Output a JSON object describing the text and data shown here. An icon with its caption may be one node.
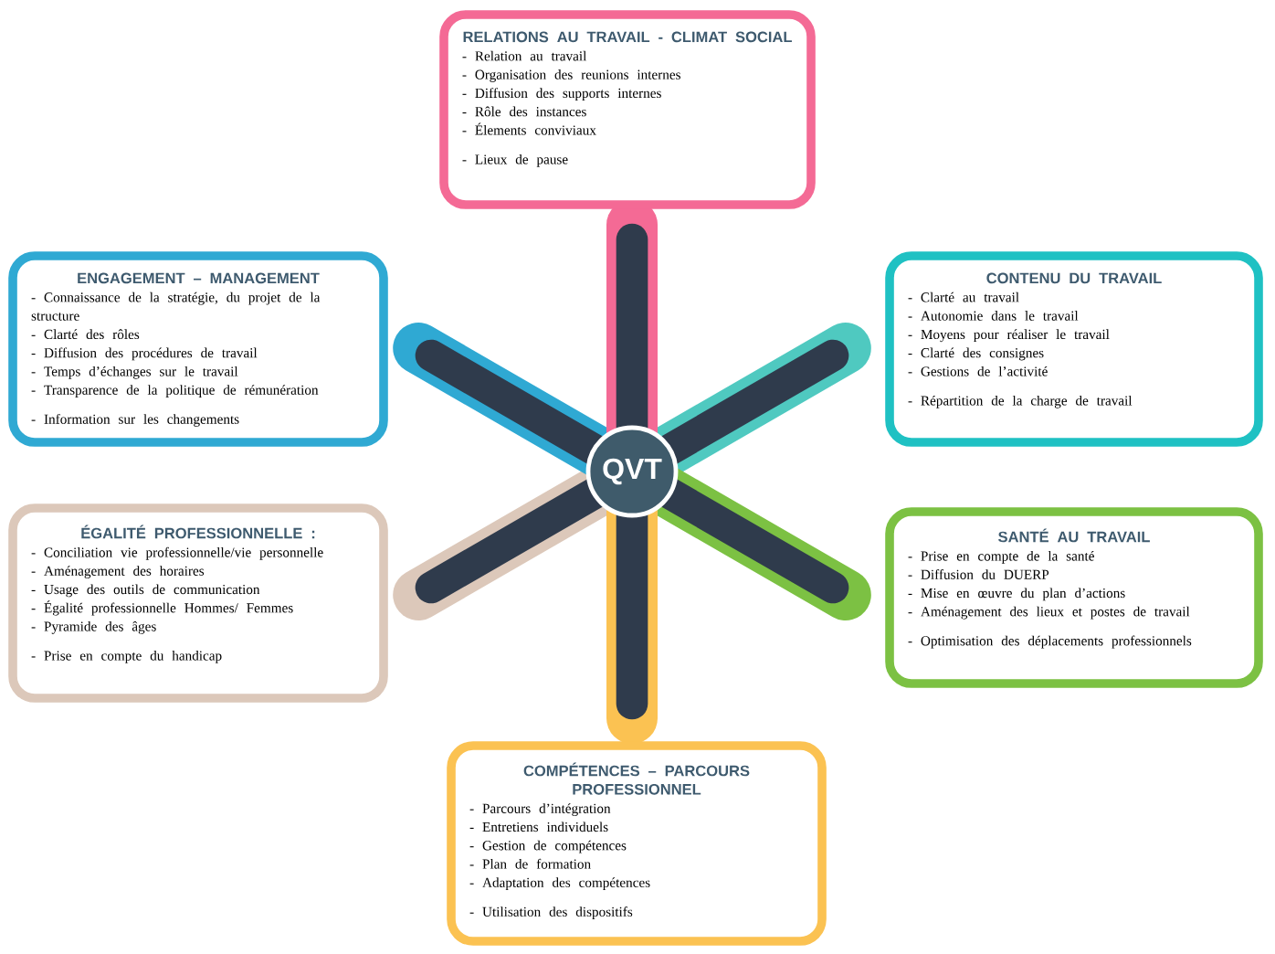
{
  "diagram": {
    "nodes": [
      {
        "text": [
          "RELATIONS AU TRAVAIL - CLIMAT SOCIAL",
          "- Relation au travail",
          "- Organisation des reunions internes",
          "- Diffusion des supports internes",
          "- Rôle des instances",
          "- Élements conviviaux",
          "- Lieux de pause"
        ]
      },
      {
        "text": [
          "ENGAGEMENT – MANAGEMENT",
          "- Connaissance de la stratégie, du projet de la structure",
          "- Clarté des rôles",
          "- Diffusion des procédures de travail",
          "- Temps d’échanges sur le travail",
          "- Transparence de la politique de rémunération",
          "- Information sur les changements"
        ]
      },
      {
        "text": [
          "CONTENU DU TRAVAIL",
          "- Clarté au travail",
          "- Autonomie dans le travail",
          "- Moyens pour réaliser le travail",
          "- Clarté des consignes",
          "- Gestions de l’activité",
          "- Répartition de la charge de travail"
        ]
      },
      {
        "text": [
          "QVT"
        ]
      },
      {
        "text": [
          "ÉGALITÉ PROFESSIONNELLE :",
          "- Conciliation vie professionnelle/vie personnelle",
          "- Aménagement des horaires",
          "- Usage des outils de communication",
          "- Égalité professionnelle Hommes/ Femmes",
          "- Pyramide des âges",
          "- Prise en compte du handicap"
        ]
      },
      {
        "text": [
          "SANTÉ AU TRAVAIL",
          "- Prise en compte de la santé",
          "- Diffusion du DUERP",
          "- Mise en œuvre du plan d’actions",
          "- Aménagement des lieux et postes de travail",
          "- Optimisation des déplacements professionnels"
        ]
      },
      {
        "text": [
          "COMPÉTENCES – PARCOURS PROFESSIONNEL",
          "- Parcours d’intégration",
          "- Entretiens individuels",
          "- Gestion de compétences",
          "- Plan de formation",
          "- Adaptation des compétences",
          "- Utilisation des dispositifs"
        ]
      }
    ]
  }
}
